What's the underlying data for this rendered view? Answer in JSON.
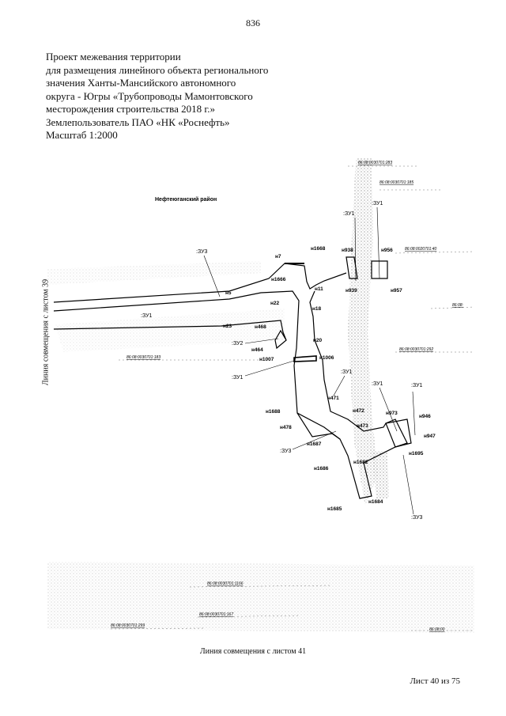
{
  "page_number": "836",
  "title_lines": [
    "Проект межевания территории",
    "для размещения линейного объекта регионального",
    "значения Ханты-Мансийского автономного",
    "округа - Югры «Трубопроводы Мамонтовского",
    "месторождения строительства 2018 г.»",
    "Землепользователь ПАО «НК «Роснефть»",
    "Масштаб 1:2000"
  ],
  "district_label": "Нефтеюганский район",
  "side_caption": "Линия совмещения с листом 39",
  "bottom_caption": "Линия совмещения с листом 41",
  "sheet_label": "Лист 40 из 75",
  "cadastral_numbers": [
    "86:08:0030701:283",
    "86:08:0030701:185",
    "86:08:0020701:40",
    "86:08:",
    "86:08:0030701:292",
    "86:08:0030701:183",
    "86:08:0030701:1166",
    "86:08:0030701:167",
    "86:08:0030701:299",
    "86:08:00"
  ],
  "zone_labels": [
    ":ЗУ1",
    ":ЗУ1",
    ":ЗУ3",
    ":ЗУ1",
    ":ЗУ2",
    ":ЗУ1",
    ":ЗУ1",
    ":ЗУ1",
    ":ЗУ1",
    ":ЗУ3",
    ":ЗУ3"
  ],
  "point_labels": [
    "н7",
    "н1668",
    "н938",
    "н956",
    "н1666",
    "н5",
    "н939",
    "н957",
    "н11",
    "н22",
    "н18",
    "н23",
    "н468",
    "н20",
    "н464",
    "н1007",
    "н1006",
    "н471",
    "н472",
    "н973",
    "н946",
    "н1688",
    "н478",
    "н473",
    "н947",
    "н1687",
    "н1695",
    "н1682",
    "н1686",
    "н1685",
    "н1684"
  ]
}
